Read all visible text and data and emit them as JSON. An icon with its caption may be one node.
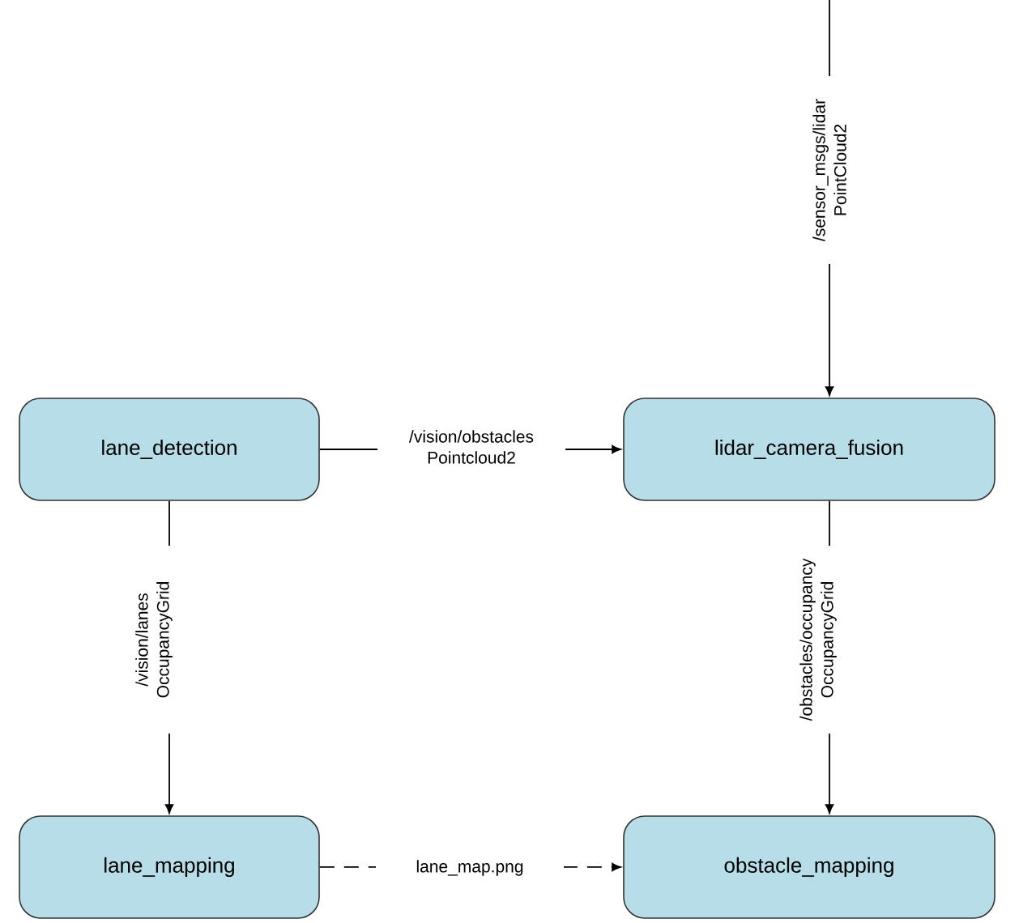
{
  "diagram": {
    "nodes": [
      {
        "text": [
          "lane_detection"
        ]
      },
      {
        "text": [
          "lidar_camera_fusion"
        ]
      },
      {
        "text": [
          "lane_mapping"
        ]
      },
      {
        "text": [
          "obstacle_mapping"
        ]
      }
    ],
    "edges": [
      {
        "from": null,
        "to": 1,
        "arrow": "to",
        "label": "/sensor_msgs/lidar PointCloud2"
      },
      {
        "from": 0,
        "to": 1,
        "arrow": "to",
        "label": "/vision/obstacles Pointcloud2"
      },
      {
        "from": 0,
        "to": 2,
        "arrow": "to",
        "label": "/vision/lanes OccupancyGrid"
      },
      {
        "from": 1,
        "to": 3,
        "arrow": "to",
        "label": "/obstacles/occupancy OccupancyGrid"
      },
      {
        "from": 2,
        "to": 3,
        "arrow": "to",
        "label": "lane_map.png",
        "style": "dashed"
      }
    ]
  }
}
